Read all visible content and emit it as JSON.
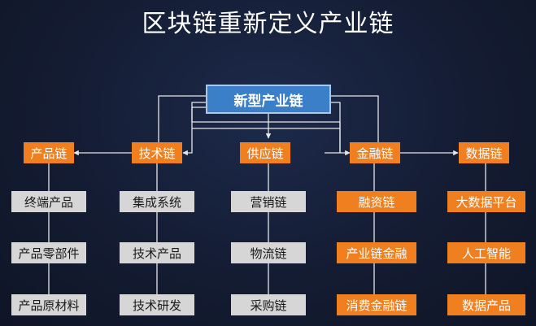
{
  "title": "区块链重新定义产业链",
  "root": "新型产业链",
  "chains": [
    {
      "label": "产品链",
      "items": [
        "终端产品",
        "产品零部件",
        "产品原材料"
      ]
    },
    {
      "label": "技术链",
      "items": [
        "集成系统",
        "技术产品",
        "技术研发"
      ]
    },
    {
      "label": "供应链",
      "items": [
        "营销链",
        "物流链",
        "采购链"
      ]
    },
    {
      "label": "金融链",
      "items": [
        "融资链",
        "产业链金融",
        "消费金融链"
      ]
    },
    {
      "label": "数据链",
      "items": [
        "大数据平台",
        "人工智能",
        "数据产品"
      ]
    }
  ],
  "colors": {
    "background": "#141c33",
    "root_fill": "#3b7fc9",
    "category_fill": "#f07f20",
    "leaf_gray": "#d6d6d6",
    "leaf_orange": "#f07f20",
    "line": "#e6e6e6"
  }
}
